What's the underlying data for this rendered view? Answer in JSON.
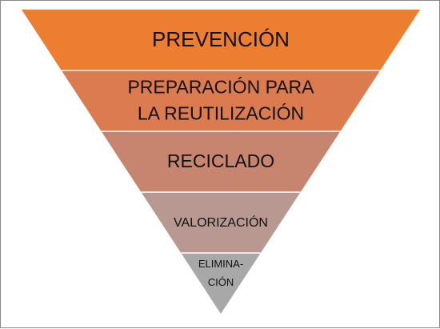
{
  "diagram": {
    "type": "inverted-pyramid",
    "levels": [
      {
        "lines": [
          "PREVENCIÓN"
        ],
        "color": "#ED7D31"
      },
      {
        "lines": [
          "PREPARACIÓN PARA",
          "LA REUTILIZACIÓN"
        ],
        "color": "#DB7B4F"
      },
      {
        "lines": [
          "RECICLADO"
        ],
        "color": "#C7856F"
      },
      {
        "lines": [
          "VALORIZACIÓN"
        ],
        "color": "#B89890"
      },
      {
        "lines": [
          "ELIMINA-",
          "CIÓN"
        ],
        "color": "#A8A8A8"
      }
    ],
    "divider_color": "#FFFFFF"
  }
}
